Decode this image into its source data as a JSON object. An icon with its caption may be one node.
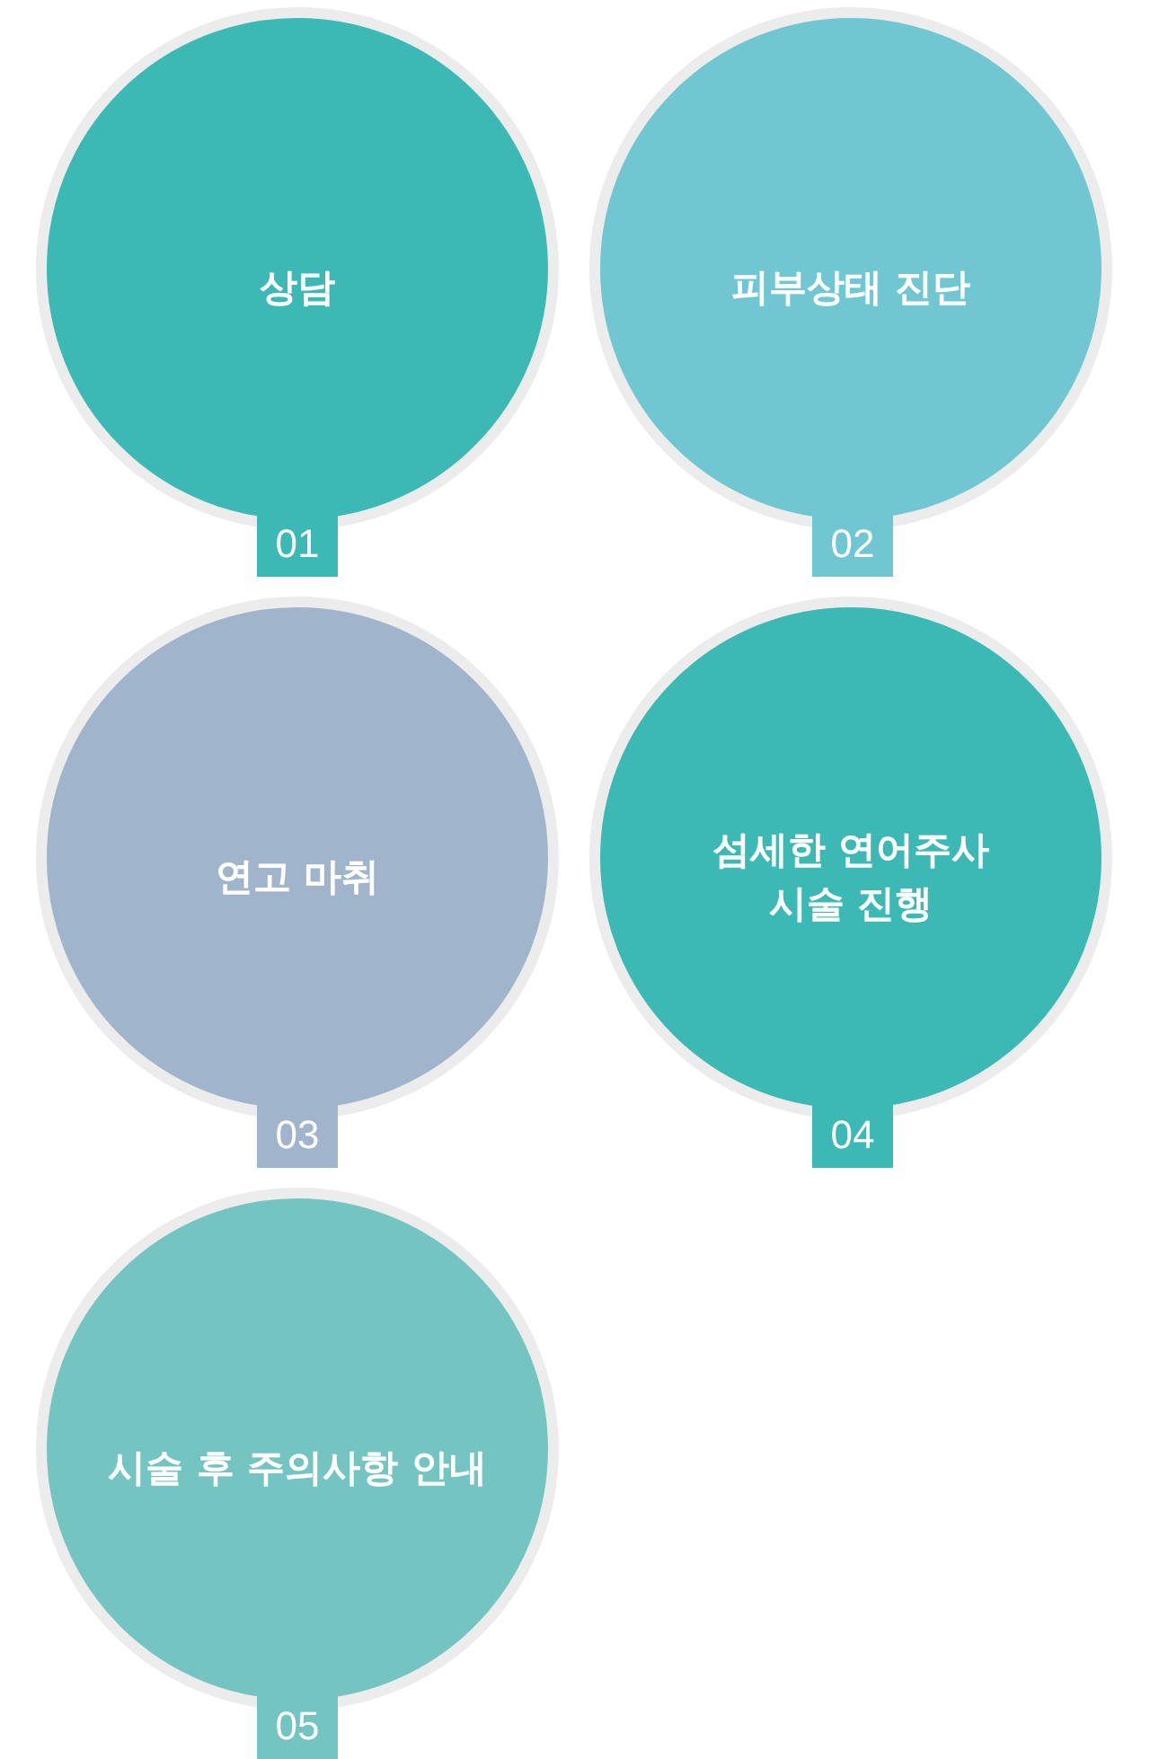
{
  "diagram": {
    "nodes": [
      {
        "text": [
          "상담"
        ]
      },
      {
        "text": [
          "01"
        ]
      },
      {
        "text": [
          "피부상태 진단"
        ]
      },
      {
        "text": [
          "02"
        ]
      },
      {
        "text": [
          "연고 마취"
        ]
      },
      {
        "text": [
          "03"
        ]
      },
      {
        "text": [
          "섬세한 연어주사 시술 진행"
        ]
      },
      {
        "text": [
          "04"
        ]
      },
      {
        "text": [
          "시술 후 주의사항 안내"
        ]
      },
      {
        "text": [
          "05"
        ]
      }
    ],
    "edges": []
  }
}
